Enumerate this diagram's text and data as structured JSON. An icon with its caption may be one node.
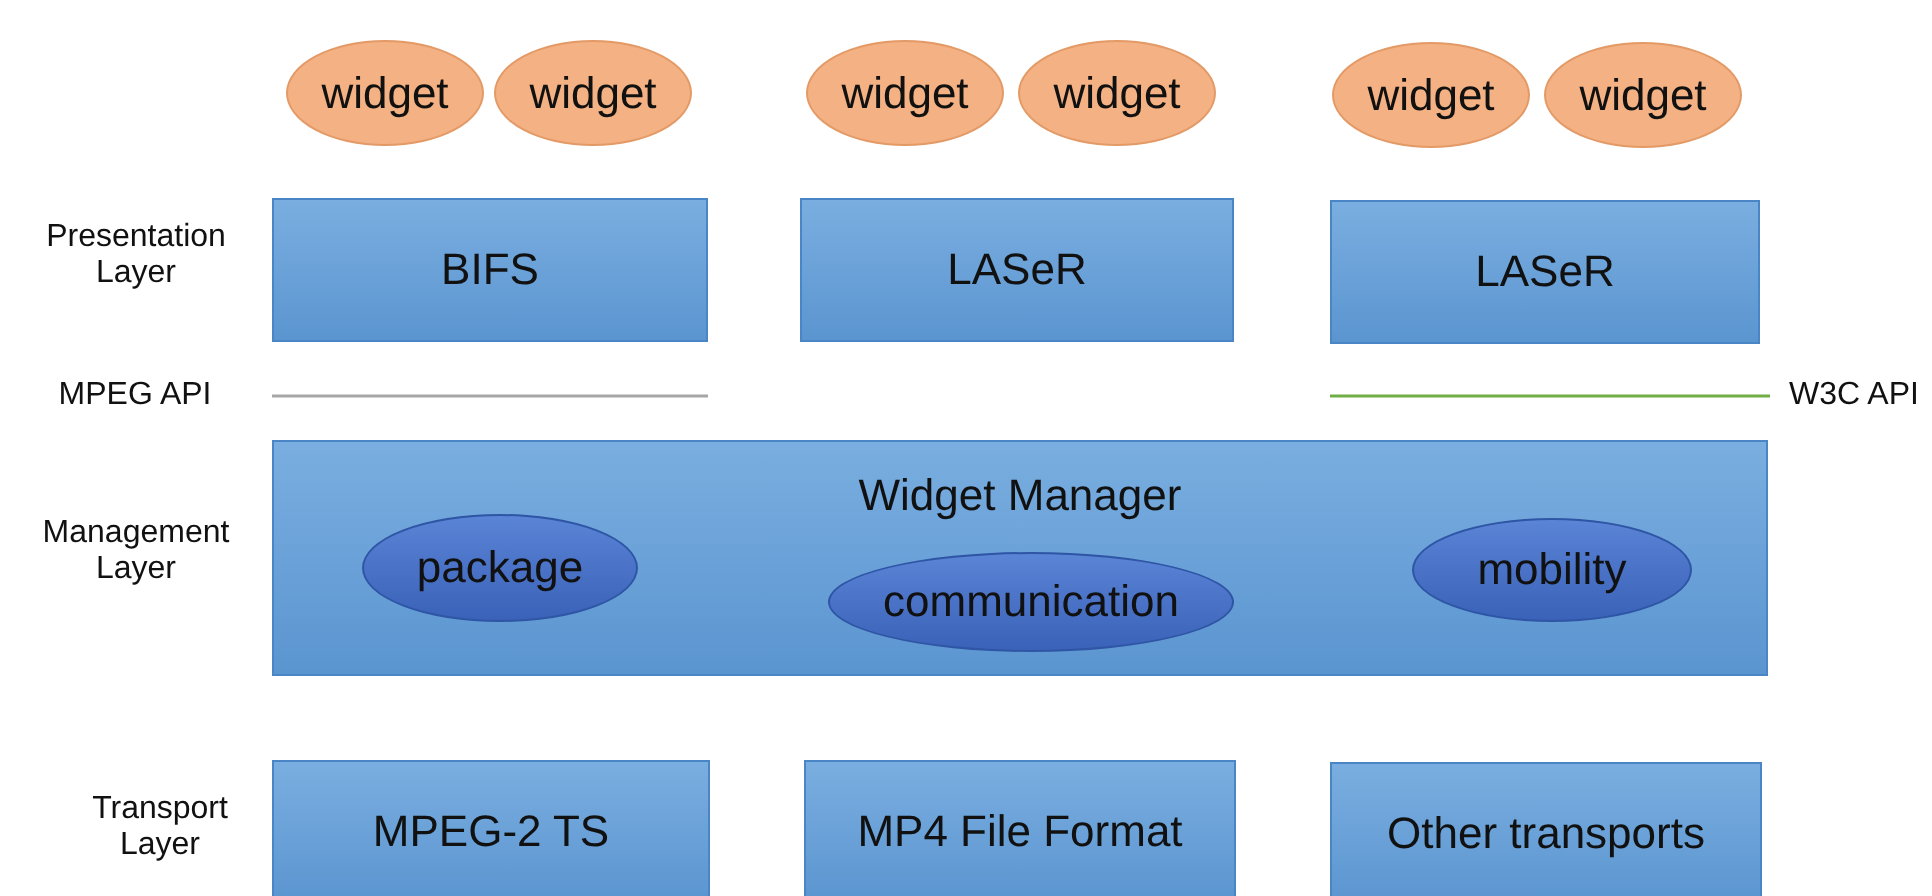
{
  "diagram": {
    "nodes": [
      {
        "text": [
          "widget"
        ]
      },
      {
        "text": [
          "widget"
        ]
      },
      {
        "text": [
          "widget"
        ]
      },
      {
        "text": [
          "widget"
        ]
      },
      {
        "text": [
          "widget"
        ]
      },
      {
        "text": [
          "widget"
        ]
      },
      {
        "text": [
          "BIFS"
        ]
      },
      {
        "text": [
          "LASeR"
        ]
      },
      {
        "text": [
          "LASeR"
        ]
      },
      {
        "text": [
          "Widget Manager"
        ]
      },
      {
        "text": [
          "package"
        ],
        "in": 9
      },
      {
        "text": [
          "communication"
        ],
        "in": 9
      },
      {
        "text": [
          "mobility"
        ],
        "in": 9
      },
      {
        "text": [
          "MPEG-2 TS"
        ]
      },
      {
        "text": [
          "MP4 File Format"
        ]
      },
      {
        "text": [
          "Other transports"
        ]
      }
    ],
    "edges": [],
    "labels": [
      "Presentation Layer",
      "MPEG API",
      "W3C API",
      "Management Layer",
      "Transport Layer"
    ]
  }
}
